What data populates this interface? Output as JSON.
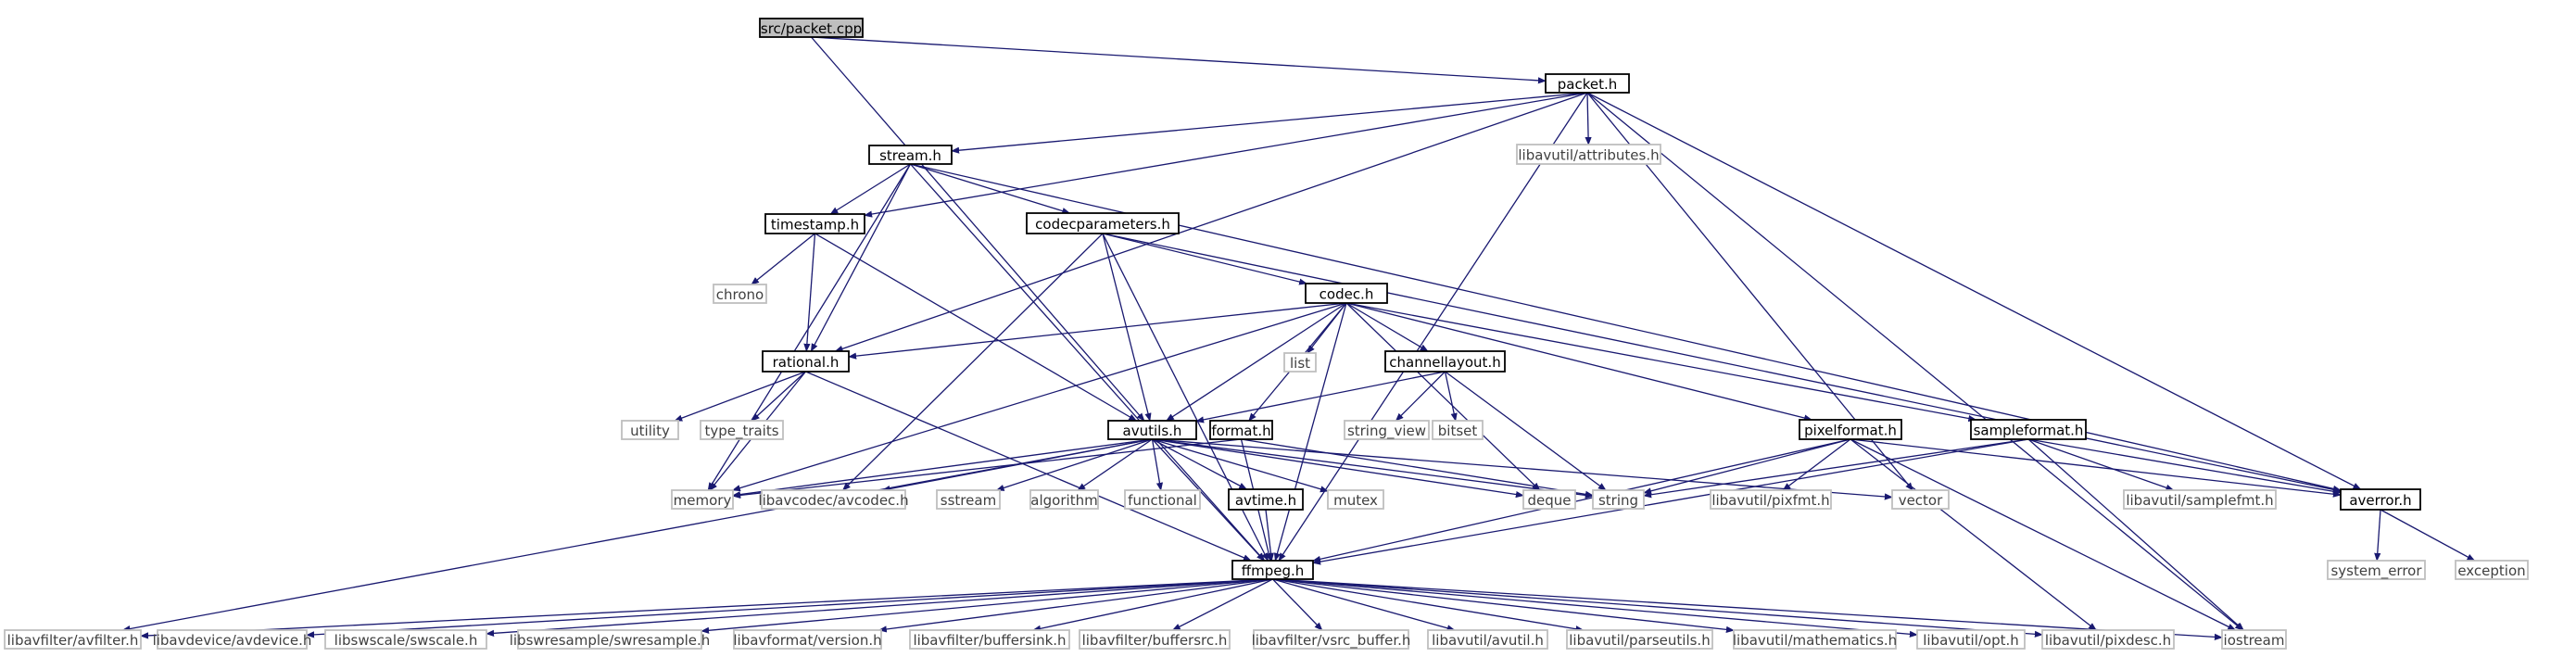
{
  "colors": {
    "edge": "#191970",
    "root_fill": "#bfbfbf",
    "local_border": "#000000",
    "system_border": "#bfbfbf",
    "system_text": "#404040"
  },
  "nodes": [
    {
      "id": "packet_cpp",
      "label": "src/packet.cpp",
      "kind": "root"
    },
    {
      "id": "packet_h",
      "label": "packet.h",
      "kind": "local"
    },
    {
      "id": "stream_h",
      "label": "stream.h",
      "kind": "local"
    },
    {
      "id": "attributes_h",
      "label": "libavutil/attributes.h",
      "kind": "system"
    },
    {
      "id": "timestamp_h",
      "label": "timestamp.h",
      "kind": "local"
    },
    {
      "id": "codecparameters_h",
      "label": "codecparameters.h",
      "kind": "local"
    },
    {
      "id": "chrono",
      "label": "chrono",
      "kind": "system"
    },
    {
      "id": "codec_h",
      "label": "codec.h",
      "kind": "local"
    },
    {
      "id": "rational_h",
      "label": "rational.h",
      "kind": "local"
    },
    {
      "id": "list",
      "label": "list",
      "kind": "system"
    },
    {
      "id": "channellayout_h",
      "label": "channellayout.h",
      "kind": "local"
    },
    {
      "id": "utility",
      "label": "utility",
      "kind": "system"
    },
    {
      "id": "type_traits",
      "label": "type_traits",
      "kind": "system"
    },
    {
      "id": "string_view",
      "label": "string_view",
      "kind": "system"
    },
    {
      "id": "bitset",
      "label": "bitset",
      "kind": "system"
    },
    {
      "id": "avutils_h",
      "label": "avutils.h",
      "kind": "local"
    },
    {
      "id": "format_h",
      "label": "format.h",
      "kind": "local"
    },
    {
      "id": "pixelformat_h",
      "label": "pixelformat.h",
      "kind": "local"
    },
    {
      "id": "sampleformat_h",
      "label": "sampleformat.h",
      "kind": "local"
    },
    {
      "id": "memory",
      "label": "memory",
      "kind": "system"
    },
    {
      "id": "avcodec_h",
      "label": "libavcodec/avcodec.h",
      "kind": "system"
    },
    {
      "id": "sstream",
      "label": "sstream",
      "kind": "system"
    },
    {
      "id": "algorithm",
      "label": "algorithm",
      "kind": "system"
    },
    {
      "id": "functional",
      "label": "functional",
      "kind": "system"
    },
    {
      "id": "avtime_h",
      "label": "avtime.h",
      "kind": "local"
    },
    {
      "id": "mutex",
      "label": "mutex",
      "kind": "system"
    },
    {
      "id": "deque",
      "label": "deque",
      "kind": "system"
    },
    {
      "id": "string",
      "label": "string",
      "kind": "system"
    },
    {
      "id": "vector",
      "label": "vector",
      "kind": "system"
    },
    {
      "id": "pixfmt_h",
      "label": "libavutil/pixfmt.h",
      "kind": "system"
    },
    {
      "id": "samplefmt_h",
      "label": "libavutil/samplefmt.h",
      "kind": "system"
    },
    {
      "id": "averror_h",
      "label": "averror.h",
      "kind": "local"
    },
    {
      "id": "system_error",
      "label": "system_error",
      "kind": "system"
    },
    {
      "id": "exception",
      "label": "exception",
      "kind": "system"
    },
    {
      "id": "ffmpeg_h",
      "label": "ffmpeg.h",
      "kind": "local"
    },
    {
      "id": "avfilter_h",
      "label": "libavfilter/avfilter.h",
      "kind": "system"
    },
    {
      "id": "avdevice_h",
      "label": "libavdevice/avdevice.h",
      "kind": "system"
    },
    {
      "id": "swscale_h",
      "label": "libswscale/swscale.h",
      "kind": "system"
    },
    {
      "id": "swresample_h",
      "label": "libswresample/swresample.h",
      "kind": "system"
    },
    {
      "id": "version_h",
      "label": "libavformat/version.h",
      "kind": "system"
    },
    {
      "id": "buffersink_h",
      "label": "libavfilter/buffersink.h",
      "kind": "system"
    },
    {
      "id": "buffersrc_h",
      "label": "libavfilter/buffersrc.h",
      "kind": "system"
    },
    {
      "id": "vsrc_buffer_h",
      "label": "libavfilter/vsrc_buffer.h",
      "kind": "system"
    },
    {
      "id": "avutil_h",
      "label": "libavutil/avutil.h",
      "kind": "system"
    },
    {
      "id": "parseutils_h",
      "label": "libavutil/parseutils.h",
      "kind": "system"
    },
    {
      "id": "mathematics_h",
      "label": "libavutil/mathematics.h",
      "kind": "system"
    },
    {
      "id": "opt_h",
      "label": "libavutil/opt.h",
      "kind": "system"
    },
    {
      "id": "pixdesc_h",
      "label": "libavutil/pixdesc.h",
      "kind": "system"
    },
    {
      "id": "iostream",
      "label": "iostream",
      "kind": "system"
    }
  ],
  "edges": [
    [
      "packet_cpp",
      "packet_h"
    ],
    [
      "packet_cpp",
      "avutils_h"
    ],
    [
      "packet_h",
      "stream_h"
    ],
    [
      "packet_h",
      "attributes_h"
    ],
    [
      "packet_h",
      "timestamp_h"
    ],
    [
      "packet_h",
      "rational_h"
    ],
    [
      "packet_h",
      "vector"
    ],
    [
      "packet_h",
      "averror_h"
    ],
    [
      "packet_h",
      "ffmpeg_h"
    ],
    [
      "packet_h",
      "iostream"
    ],
    [
      "stream_h",
      "timestamp_h"
    ],
    [
      "stream_h",
      "codecparameters_h"
    ],
    [
      "stream_h",
      "rational_h"
    ],
    [
      "stream_h",
      "ffmpeg_h"
    ],
    [
      "stream_h",
      "memory"
    ],
    [
      "stream_h",
      "averror_h"
    ],
    [
      "timestamp_h",
      "chrono"
    ],
    [
      "timestamp_h",
      "rational_h"
    ],
    [
      "timestamp_h",
      "avutils_h"
    ],
    [
      "codecparameters_h",
      "codec_h"
    ],
    [
      "codecparameters_h",
      "avutils_h"
    ],
    [
      "codecparameters_h",
      "avcodec_h"
    ],
    [
      "codecparameters_h",
      "ffmpeg_h"
    ],
    [
      "codecparameters_h",
      "averror_h"
    ],
    [
      "codec_h",
      "rational_h"
    ],
    [
      "codec_h",
      "list"
    ],
    [
      "codec_h",
      "channellayout_h"
    ],
    [
      "codec_h",
      "avutils_h"
    ],
    [
      "codec_h",
      "format_h"
    ],
    [
      "codec_h",
      "pixelformat_h"
    ],
    [
      "codec_h",
      "sampleformat_h"
    ],
    [
      "codec_h",
      "memory"
    ],
    [
      "codec_h",
      "deque"
    ],
    [
      "codec_h",
      "ffmpeg_h"
    ],
    [
      "rational_h",
      "utility"
    ],
    [
      "rational_h",
      "type_traits"
    ],
    [
      "rational_h",
      "memory"
    ],
    [
      "rational_h",
      "ffmpeg_h"
    ],
    [
      "channellayout_h",
      "avutils_h"
    ],
    [
      "channellayout_h",
      "string_view"
    ],
    [
      "channellayout_h",
      "bitset"
    ],
    [
      "channellayout_h",
      "string"
    ],
    [
      "avutils_h",
      "memory"
    ],
    [
      "avutils_h",
      "avcodec_h"
    ],
    [
      "avutils_h",
      "sstream"
    ],
    [
      "avutils_h",
      "algorithm"
    ],
    [
      "avutils_h",
      "functional"
    ],
    [
      "avutils_h",
      "avtime_h"
    ],
    [
      "avutils_h",
      "mutex"
    ],
    [
      "avutils_h",
      "deque"
    ],
    [
      "avutils_h",
      "string"
    ],
    [
      "avutils_h",
      "vector"
    ],
    [
      "avutils_h",
      "ffmpeg_h"
    ],
    [
      "avutils_h",
      "avfilter_h"
    ],
    [
      "format_h",
      "string"
    ],
    [
      "format_h",
      "ffmpeg_h"
    ],
    [
      "format_h",
      "memory"
    ],
    [
      "pixelformat_h",
      "string"
    ],
    [
      "pixelformat_h",
      "pixfmt_h"
    ],
    [
      "pixelformat_h",
      "ffmpeg_h"
    ],
    [
      "pixelformat_h",
      "averror_h"
    ],
    [
      "pixelformat_h",
      "iostream"
    ],
    [
      "pixelformat_h",
      "pixdesc_h"
    ],
    [
      "sampleformat_h",
      "string"
    ],
    [
      "sampleformat_h",
      "samplefmt_h"
    ],
    [
      "sampleformat_h",
      "averror_h"
    ],
    [
      "sampleformat_h",
      "ffmpeg_h"
    ],
    [
      "sampleformat_h",
      "iostream"
    ],
    [
      "avtime_h",
      "ffmpeg_h"
    ],
    [
      "averror_h",
      "system_error"
    ],
    [
      "averror_h",
      "exception"
    ],
    [
      "ffmpeg_h",
      "avfilter_h"
    ],
    [
      "ffmpeg_h",
      "avdevice_h"
    ],
    [
      "ffmpeg_h",
      "swscale_h"
    ],
    [
      "ffmpeg_h",
      "swresample_h"
    ],
    [
      "ffmpeg_h",
      "version_h"
    ],
    [
      "ffmpeg_h",
      "buffersink_h"
    ],
    [
      "ffmpeg_h",
      "buffersrc_h"
    ],
    [
      "ffmpeg_h",
      "vsrc_buffer_h"
    ],
    [
      "ffmpeg_h",
      "avutil_h"
    ],
    [
      "ffmpeg_h",
      "parseutils_h"
    ],
    [
      "ffmpeg_h",
      "mathematics_h"
    ],
    [
      "ffmpeg_h",
      "opt_h"
    ],
    [
      "ffmpeg_h",
      "pixdesc_h"
    ],
    [
      "ffmpeg_h",
      "iostream"
    ]
  ]
}
